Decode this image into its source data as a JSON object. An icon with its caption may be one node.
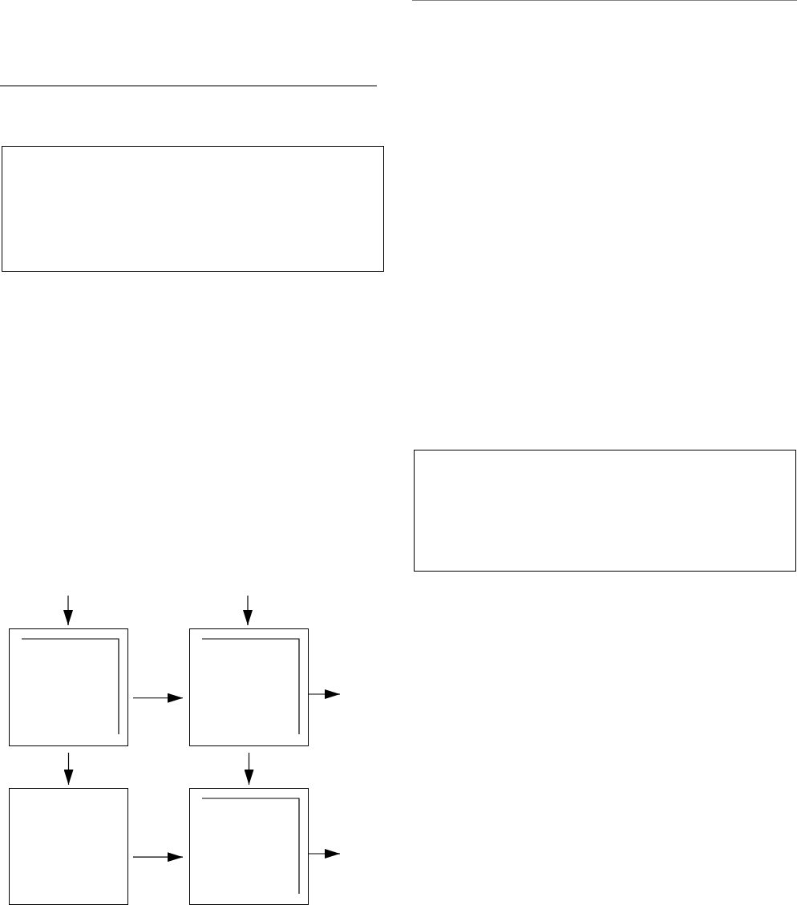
{
  "diagram": {
    "nodes": [
      {
        "text": [],
        "shape": "box"
      },
      {
        "text": [],
        "shape": "box"
      },
      {
        "text": [],
        "shape": "box"
      },
      {
        "text": [],
        "shape": "box"
      },
      {
        "text": [],
        "shape": "box"
      },
      {
        "text": [],
        "shape": "box"
      }
    ],
    "edges": [
      {
        "from": null,
        "to": 2,
        "arrow": "to"
      },
      {
        "from": null,
        "to": 3,
        "arrow": "to"
      },
      {
        "from": 2,
        "to": 3,
        "arrow": "to"
      },
      {
        "from": 3,
        "to": null,
        "arrow": "to"
      },
      {
        "from": 2,
        "to": 4,
        "arrow": "to"
      },
      {
        "from": 3,
        "to": 5,
        "arrow": "to"
      },
      {
        "from": 4,
        "to": 5,
        "arrow": "to"
      },
      {
        "from": 5,
        "to": null,
        "arrow": "to"
      }
    ]
  }
}
